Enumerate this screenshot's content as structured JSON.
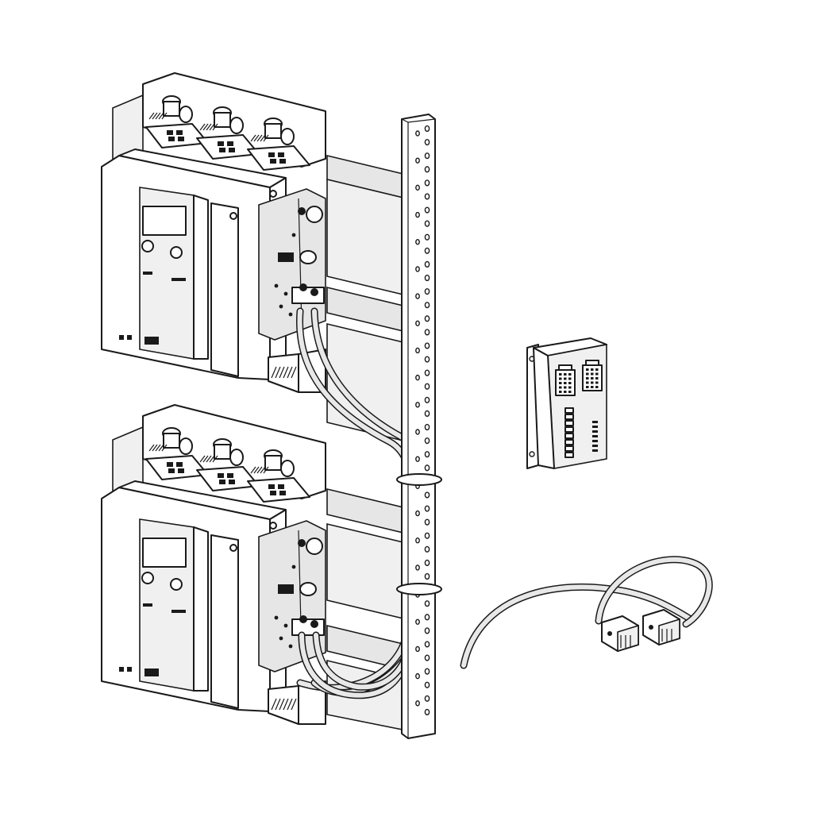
{
  "illustration": {
    "colors": {
      "line": "#1a1a1a",
      "fill": "#ffffff",
      "shade": "#e6e6e6",
      "light_shade": "#f0f0f0"
    },
    "breakers": [
      {
        "id": "breaker-top",
        "poles": 3
      },
      {
        "id": "breaker-bottom",
        "poles": 3
      }
    ],
    "rail": {
      "hole_count": 44
    },
    "interface_module": {
      "connector_count": 2,
      "terminal_rows": 8
    },
    "cable_assembly": {
      "connector_count": 2
    }
  }
}
